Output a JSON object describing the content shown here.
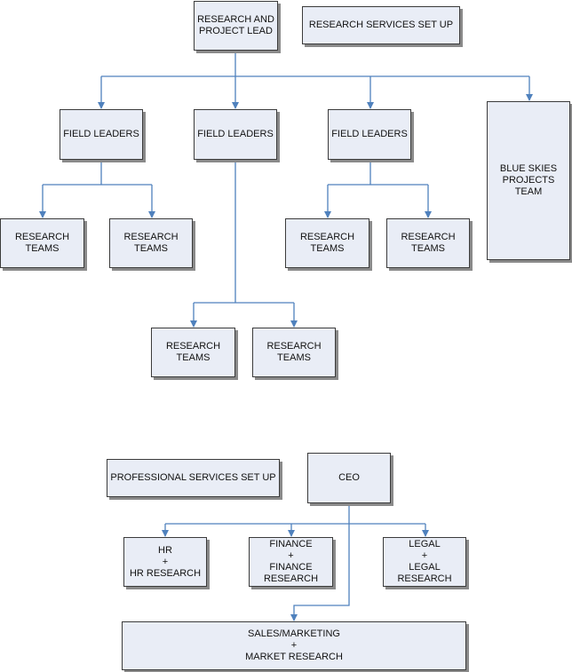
{
  "colors": {
    "box_fill": "#e9edf6",
    "box_border": "#3b3b3b",
    "connector": "#4f81bd",
    "shadow": "#8a8a8a"
  },
  "research_chart": {
    "lead": [
      "RESEARCH AND",
      "PROJECT LEAD"
    ],
    "setup_label": [
      "RESEARCH SERVICES SET UP"
    ],
    "field_leaders": [
      [
        "FIELD LEADERS"
      ],
      [
        "FIELD LEADERS"
      ],
      [
        "FIELD LEADERS"
      ]
    ],
    "blue_skies": [
      "BLUE SKIES",
      "PROJECTS",
      "TEAM"
    ],
    "research_teams": [
      [
        "RESEARCH",
        "TEAMS"
      ],
      [
        "RESEARCH",
        "TEAMS"
      ],
      [
        "RESEARCH",
        "TEAMS"
      ],
      [
        "RESEARCH",
        "TEAMS"
      ],
      [
        "RESEARCH",
        "TEAMS"
      ],
      [
        "RESEARCH",
        "TEAMS"
      ]
    ]
  },
  "professional_chart": {
    "setup_label": [
      "PROFESSIONAL SERVICES SET UP"
    ],
    "ceo": [
      "CEO"
    ],
    "hr": [
      "HR",
      "+",
      "HR RESEARCH"
    ],
    "finance": [
      "FINANCE",
      "+",
      "FINANCE",
      "RESEARCH"
    ],
    "legal": [
      "LEGAL",
      "+",
      "LEGAL",
      "RESEARCH"
    ],
    "sales": [
      "SALES/MARKETING",
      "+",
      "MARKET RESEARCH"
    ]
  }
}
